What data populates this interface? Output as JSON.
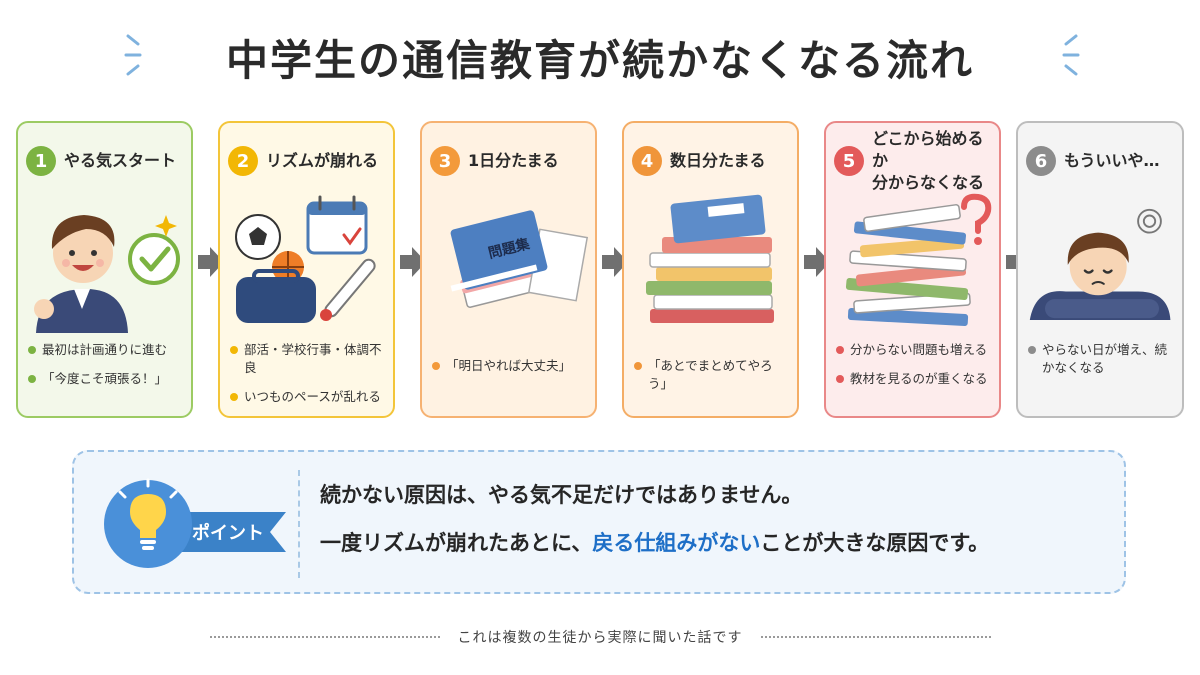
{
  "title": "中学生の通信教育が続かなくなる流れ",
  "colors": {
    "green": "#7cb342",
    "yellow": "#f2b705",
    "orange": "#f39a3b",
    "orange2": "#f0953a",
    "red": "#e35a5a",
    "gray": "#8c8c8c",
    "accent": "#1e6fc7"
  },
  "steps": [
    {
      "number": "1",
      "title": "やる気スタート",
      "icon": "happy-student-checkmark",
      "bullets": [
        "最初は計画通りに進む",
        "「今度こそ頑張る！」"
      ]
    },
    {
      "number": "2",
      "title": "リズムが崩れる",
      "icon": "sports-calendar-thermometer",
      "bullets": [
        "部活・学校行事・体調不良",
        "いつものペースが乱れる"
      ]
    },
    {
      "number": "3",
      "title": "1日分たまる",
      "icon": "workbook-stack",
      "workbook_label": "問題集",
      "bullets": [
        "「明日やれば大丈夫」"
      ]
    },
    {
      "number": "4",
      "title": "数日分たまる",
      "icon": "book-pile",
      "bullets": [
        "「あとでまとめてやろう」"
      ]
    },
    {
      "number": "5",
      "title_lines": [
        "どこから始めるか",
        "分からなくなる"
      ],
      "icon": "messy-pile-question",
      "bullets": [
        "分からない問題も増える",
        "教材を見るのが重くなる"
      ]
    },
    {
      "number": "6",
      "title": "もういいや…",
      "icon": "tired-student",
      "bullets": [
        "やらない日が増え、続かなくなる"
      ]
    }
  ],
  "point": {
    "label": "ポイント",
    "line1": "続かない原因は、やる気不足だけではありません。",
    "line2_before": "一度リズムが崩れたあとに、",
    "line2_highlight": "戻る仕組みがない",
    "line2_after": "ことが大きな原因です。"
  },
  "footer": "これは複数の生徒から実際に聞いた話です"
}
